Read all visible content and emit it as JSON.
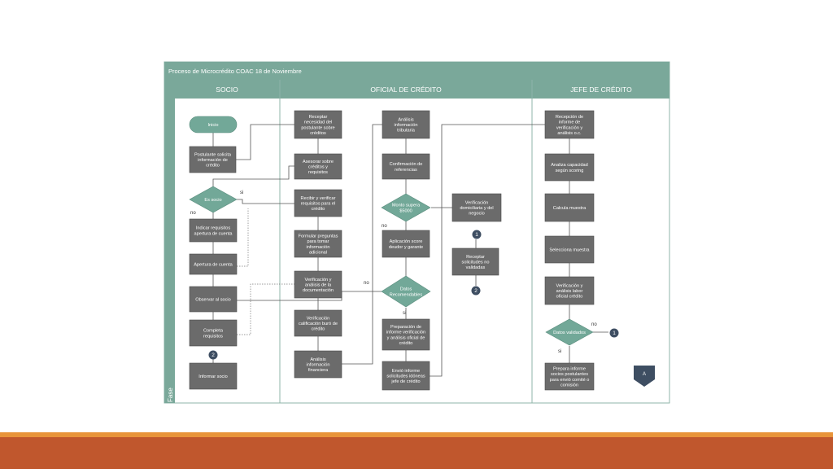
{
  "diagram": {
    "title": "Proceso de Microcrédito COAC 18 de Noviembre",
    "phase_label": "Fase",
    "lanes": [
      "SOCIO",
      "OFICIAL DE CRÉDITO",
      "JEFE DE CRÉDITO"
    ],
    "start": "Inicio",
    "boxes": [
      {
        "id": "postulante",
        "lines": [
          "Postulante solicita",
          "información de",
          "crédito"
        ]
      },
      {
        "id": "indicar",
        "lines": [
          "Indicar requisitos",
          "apertura de cuenta"
        ]
      },
      {
        "id": "apertura",
        "lines": [
          "Apertura de cuenta"
        ]
      },
      {
        "id": "observar",
        "lines": [
          "Observar al socio"
        ]
      },
      {
        "id": "completa",
        "lines": [
          "Completa",
          "requisitos"
        ]
      },
      {
        "id": "informar",
        "lines": [
          "Informar socio"
        ]
      },
      {
        "id": "receptar-necesidad",
        "lines": [
          "Receptar",
          "necesidad del",
          "postulante sobre",
          "créditos"
        ]
      },
      {
        "id": "asesorar",
        "lines": [
          "Asesorar sobre",
          "créditos y",
          "requisitos"
        ]
      },
      {
        "id": "recibir",
        "lines": [
          "Recibir y verificar",
          "requisitos para el",
          "crédito"
        ]
      },
      {
        "id": "formular",
        "lines": [
          "Formular preguntas",
          "para tomar",
          "información",
          "adicional"
        ]
      },
      {
        "id": "verificacion-doc",
        "lines": [
          "Verificación y",
          "análisis de la",
          "documentación"
        ]
      },
      {
        "id": "verificacion-buro",
        "lines": [
          "Verificación",
          "calificación buró de",
          "crédito"
        ]
      },
      {
        "id": "analisis-fin",
        "lines": [
          "Análisis",
          "información",
          "financiera"
        ]
      },
      {
        "id": "analisis-trib",
        "lines": [
          "Análisis",
          "información",
          "tributaria"
        ]
      },
      {
        "id": "confirmacion",
        "lines": [
          "Confirmación de",
          "referencias"
        ]
      },
      {
        "id": "aplicacion",
        "lines": [
          "Aplicación score",
          "deudor y garante"
        ]
      },
      {
        "id": "preparacion",
        "lines": [
          "Preparación de",
          "informe verificación",
          "y análisis oficial de",
          "crédito"
        ]
      },
      {
        "id": "envio",
        "lines": [
          "Envió informe",
          "solicitudes idóneas",
          "jefe de crédito"
        ]
      },
      {
        "id": "verificacion-dom",
        "lines": [
          "Verificación",
          "domiciliaria y del",
          "negocio"
        ]
      },
      {
        "id": "receptar-sol",
        "lines": [
          "Receptar",
          "solicitudes no",
          "validadas"
        ]
      },
      {
        "id": "recepcion",
        "lines": [
          "Recepción de",
          "informe de",
          "verificación y",
          "análisis o.c."
        ]
      },
      {
        "id": "analiza",
        "lines": [
          "Analiza capacidad",
          "según scoring"
        ]
      },
      {
        "id": "calcula",
        "lines": [
          "Calcula muestra"
        ]
      },
      {
        "id": "selecciona",
        "lines": [
          "Selecciona muestra"
        ]
      },
      {
        "id": "verificacion-lab",
        "lines": [
          "Verificación y",
          "análisis labor",
          "oficial crédito"
        ]
      },
      {
        "id": "prepara",
        "lines": [
          "Prepara informe",
          "socios postulantes",
          "para envió comité o",
          "comisión"
        ]
      }
    ],
    "decisions": [
      {
        "id": "es-socio",
        "lines": [
          "Es socio"
        ]
      },
      {
        "id": "monto",
        "lines": [
          "Monto supera",
          "$5000"
        ]
      },
      {
        "id": "datos-rec",
        "lines": [
          "Datos",
          "Recomendables"
        ]
      },
      {
        "id": "datos-val",
        "lines": [
          "Datos validados"
        ]
      }
    ],
    "connectors": [
      "1",
      "1",
      "2",
      "2"
    ],
    "offpage": "A",
    "edge_labels": [
      "si",
      "no",
      "no",
      "no",
      "si",
      "no",
      "si"
    ]
  },
  "colors": {
    "header": "#7aa89a",
    "lane_border": "#8fb5a9",
    "process": "#6b6b6b",
    "decision": "#72a898",
    "connector": "#3e4e62",
    "band_orange": "#e8943a",
    "band_rust": "#c0572d"
  }
}
